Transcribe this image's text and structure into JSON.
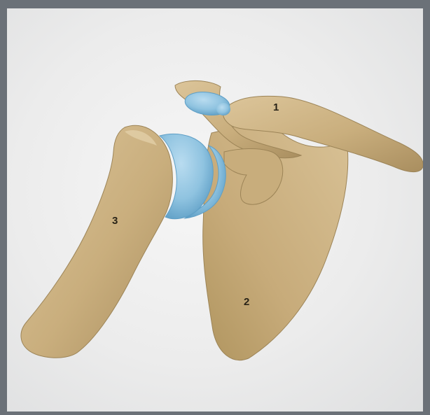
{
  "labels": {
    "clavicle": "1",
    "scapula": "2",
    "humerus": "3"
  },
  "colors": {
    "bone": "#cdb485",
    "bone_shadow": "#a88e60",
    "cartilage": "#8fc3e0",
    "cartilage_dark": "#5fa2c9",
    "background": "#ececec",
    "frame": "#6b7178"
  }
}
